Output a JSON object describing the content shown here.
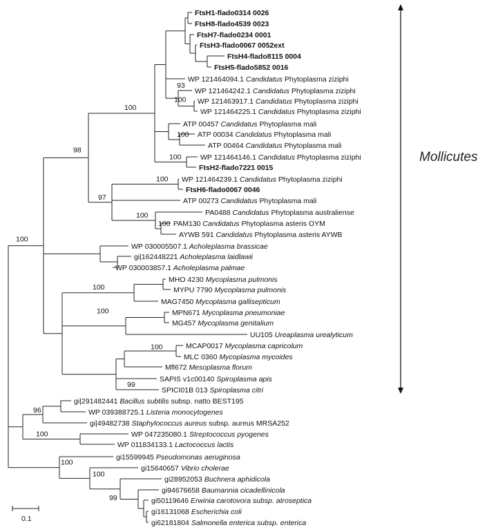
{
  "clade_label": "Mollicutes",
  "scale_label": "0.1",
  "taxa": [
    {
      "id": "FtsH1",
      "parts": [
        [
          "FtsH1-flado0314 0026",
          "b"
        ]
      ]
    },
    {
      "id": "FtsH8",
      "parts": [
        [
          "FtsH8-flado4539 0023",
          "b"
        ]
      ]
    },
    {
      "id": "FtsH7",
      "parts": [
        [
          "FtsH7-flado0234 0001",
          "b"
        ]
      ]
    },
    {
      "id": "FtsH3",
      "parts": [
        [
          "FtsH3-flado0067 0052ext",
          "b"
        ]
      ]
    },
    {
      "id": "FtsH4",
      "parts": [
        [
          "FtsH4-flado8115 0004",
          "b"
        ]
      ]
    },
    {
      "id": "FtsH5",
      "parts": [
        [
          "FtsH5-flado5852 0016",
          "b"
        ]
      ]
    },
    {
      "id": "WP121464094",
      "parts": [
        [
          "WP 121464094.1 ",
          "n"
        ],
        [
          "Candidatus",
          "i"
        ],
        [
          " Phytoplasma ziziphi",
          "n"
        ]
      ]
    },
    {
      "id": "WP121464242",
      "parts": [
        [
          "WP 121464242.1 ",
          "n"
        ],
        [
          "Candidatus",
          "i"
        ],
        [
          " Phytoplasma ziziphi",
          "n"
        ]
      ]
    },
    {
      "id": "WP121463917",
      "parts": [
        [
          "WP 121463917.1 ",
          "n"
        ],
        [
          "Candidatus",
          "i"
        ],
        [
          " Phytoplasma ziziphi",
          "n"
        ]
      ]
    },
    {
      "id": "WP121464225",
      "parts": [
        [
          "WP 121464225.1 ",
          "n"
        ],
        [
          "Candidatus",
          "i"
        ],
        [
          " Phytoplasma ziziphi",
          "n"
        ]
      ]
    },
    {
      "id": "ATP00457",
      "parts": [
        [
          "ATP 00457 ",
          "n"
        ],
        [
          "Candidatus",
          "i"
        ],
        [
          " Phytoplasma mali",
          "n"
        ]
      ]
    },
    {
      "id": "ATP00034",
      "parts": [
        [
          "ATP 00034 ",
          "n"
        ],
        [
          "Candidatus",
          "i"
        ],
        [
          " Phytoplasma mali",
          "n"
        ]
      ]
    },
    {
      "id": "ATP00464",
      "parts": [
        [
          "ATP 00464 ",
          "n"
        ],
        [
          "Candidatus",
          "i"
        ],
        [
          " Phytoplasma mali",
          "n"
        ]
      ]
    },
    {
      "id": "WP121464146",
      "parts": [
        [
          "WP 121464146.1 ",
          "n"
        ],
        [
          "Candidatus",
          "i"
        ],
        [
          " Phytoplasma ziziphi",
          "n"
        ]
      ]
    },
    {
      "id": "FtsH2",
      "parts": [
        [
          "FtsH2-flado7221 0015",
          "b"
        ]
      ]
    },
    {
      "id": "WP121464239",
      "parts": [
        [
          "WP 121464239.1 ",
          "n"
        ],
        [
          "Candidatus",
          "i"
        ],
        [
          " Phytoplasma ziziphi",
          "n"
        ]
      ]
    },
    {
      "id": "FtsH6",
      "parts": [
        [
          "FtsH6-flado0067 0046",
          "b"
        ]
      ]
    },
    {
      "id": "ATP00273",
      "parts": [
        [
          "ATP 00273 ",
          "n"
        ],
        [
          "Candidatus",
          "i"
        ],
        [
          " Phytoplasma mali",
          "n"
        ]
      ]
    },
    {
      "id": "PA0488",
      "parts": [
        [
          "PA0488 ",
          "n"
        ],
        [
          "Candidatus",
          "i"
        ],
        [
          " Phytoplasma australiense",
          "n"
        ]
      ]
    },
    {
      "id": "PAM130",
      "parts": [
        [
          "PAM130 ",
          "n"
        ],
        [
          "Candidatus",
          "i"
        ],
        [
          " Phytoplasma asteris OYM",
          "n"
        ]
      ]
    },
    {
      "id": "AYWB591",
      "parts": [
        [
          "AYWB 591 ",
          "n"
        ],
        [
          "Candidatus",
          "i"
        ],
        [
          " Phytoplasma asteris AYWB",
          "n"
        ]
      ]
    },
    {
      "id": "WP030005507",
      "parts": [
        [
          "WP 030005507.1 ",
          "n"
        ],
        [
          "Acholeplasma brassicae",
          "i"
        ]
      ]
    },
    {
      "id": "gi162448221",
      "parts": [
        [
          "gi|162448221 ",
          "n"
        ],
        [
          "Acholeplasma laidlawii",
          "i"
        ]
      ]
    },
    {
      "id": "WP030003857",
      "parts": [
        [
          "WP 030003857.1 ",
          "n"
        ],
        [
          "Acholeplasma palmae",
          "i"
        ]
      ]
    },
    {
      "id": "MHO4230",
      "parts": [
        [
          "MHO 4230 ",
          "n"
        ],
        [
          "Mycoplasma pulmonis",
          "i"
        ]
      ]
    },
    {
      "id": "MYPU7790",
      "parts": [
        [
          "MYPU 7790 ",
          "n"
        ],
        [
          "Mycoplasma pulmonis",
          "i"
        ]
      ]
    },
    {
      "id": "MAG7450",
      "parts": [
        [
          "MAG7450 ",
          "n"
        ],
        [
          "Mycoplasma gallisepticum",
          "i"
        ]
      ]
    },
    {
      "id": "MPN671",
      "parts": [
        [
          "MPN671 ",
          "n"
        ],
        [
          "Mycoplasma pneumoniae",
          "i"
        ]
      ]
    },
    {
      "id": "MG457",
      "parts": [
        [
          "MG457 ",
          "n"
        ],
        [
          "Mycoplasma genitalium",
          "i"
        ]
      ]
    },
    {
      "id": "UU105",
      "parts": [
        [
          "UU105 ",
          "n"
        ],
        [
          "Ureaplasma urealyticum",
          "i"
        ]
      ]
    },
    {
      "id": "MCAP0017",
      "parts": [
        [
          "MCAP0017 ",
          "n"
        ],
        [
          "Mycoplasma capricolum",
          "i"
        ]
      ]
    },
    {
      "id": "MLC0360",
      "parts": [
        [
          "MLC 0360 ",
          "n"
        ],
        [
          "Mycoplasma mycoides",
          "i"
        ]
      ]
    },
    {
      "id": "Mfl672",
      "parts": [
        [
          "Mfl672 ",
          "n"
        ],
        [
          "Mesoplasma florum",
          "i"
        ]
      ]
    },
    {
      "id": "SAPIS",
      "parts": [
        [
          "SAPIS v1c00140 ",
          "n"
        ],
        [
          "Spiroplasma apis",
          "i"
        ]
      ]
    },
    {
      "id": "SPICI01B",
      "parts": [
        [
          "SPICI01B 013 ",
          "n"
        ],
        [
          "Spiroplasma citri",
          "i"
        ]
      ]
    },
    {
      "id": "gi291482441",
      "parts": [
        [
          "gi|291482441 ",
          "n"
        ],
        [
          "Bacillus subtilis",
          "i"
        ],
        [
          " subsp. natto BEST195",
          "n"
        ]
      ]
    },
    {
      "id": "WP039388725",
      "parts": [
        [
          "WP 039388725.1 ",
          "n"
        ],
        [
          "Listeria monocytogenes",
          "i"
        ]
      ]
    },
    {
      "id": "gi49482738",
      "parts": [
        [
          "gi|49482738 ",
          "n"
        ],
        [
          "Staphylococcus aureus",
          "i"
        ],
        [
          " subsp. aureus MRSA252",
          "n"
        ]
      ]
    },
    {
      "id": "WP047235080",
      "parts": [
        [
          "WP 047235080.1 ",
          "n"
        ],
        [
          "Streptococcus pyogenes",
          "i"
        ]
      ]
    },
    {
      "id": "WP011834133",
      "parts": [
        [
          "WP 011834133.1 ",
          "n"
        ],
        [
          "Lactococcus lactis",
          "i"
        ]
      ]
    },
    {
      "id": "gi15599945",
      "parts": [
        [
          "gi15599945 ",
          "n"
        ],
        [
          "Pseudomonas aeruginosa",
          "i"
        ]
      ]
    },
    {
      "id": "gi15640657",
      "parts": [
        [
          "gi15640657 ",
          "n"
        ],
        [
          "Vibrio cholerae",
          "i"
        ]
      ]
    },
    {
      "id": "gi28952053",
      "parts": [
        [
          "gi28952053 ",
          "n"
        ],
        [
          "Buchnera aphidicola",
          "i"
        ]
      ]
    },
    {
      "id": "gi94676658",
      "parts": [
        [
          "gi94676658 ",
          "n"
        ],
        [
          "Baumannia cicadellinicola",
          "i"
        ]
      ]
    },
    {
      "id": "gi50119646",
      "parts": [
        [
          "gi50119646 ",
          "n"
        ],
        [
          "Erwinia carotovora subsp. atroseptica",
          "i"
        ]
      ]
    },
    {
      "id": "gi16131068",
      "parts": [
        [
          "gi16131068 ",
          "n"
        ],
        [
          "Escherichia coli",
          "i"
        ]
      ]
    },
    {
      "id": "gi62181804",
      "parts": [
        [
          "gi62181804 ",
          "n"
        ],
        [
          "Salmonella enterica subsp. enterica",
          "i"
        ]
      ]
    }
  ],
  "bootstrap": [
    {
      "node": "n_ziz4",
      "value": "93"
    },
    {
      "node": "n_ziz2",
      "value": "100"
    },
    {
      "node": "n_phyto_top",
      "value": "100"
    },
    {
      "node": "n_mali2",
      "value": "100"
    },
    {
      "node": "n_146",
      "value": "100"
    },
    {
      "node": "n_phyto_main",
      "value": "98"
    },
    {
      "node": "n_239",
      "value": "100"
    },
    {
      "node": "n_phyto_lower",
      "value": "97"
    },
    {
      "node": "n_pa",
      "value": "100"
    },
    {
      "node": "n_oym",
      "value": "100"
    },
    {
      "node": "n_molli",
      "value": "100"
    },
    {
      "node": "n_pulm",
      "value": "100"
    },
    {
      "node": "n_pneu",
      "value": "100"
    },
    {
      "node": "n_capri",
      "value": "100"
    },
    {
      "node": "n_spiro",
      "value": "99"
    },
    {
      "node": "n_bacil",
      "value": "96"
    },
    {
      "node": "n_strep",
      "value": "100"
    },
    {
      "node": "n_gamma",
      "value": "100"
    },
    {
      "node": "n_vib",
      "value": "100"
    },
    {
      "node": "n_buch",
      "value": "99"
    }
  ]
}
